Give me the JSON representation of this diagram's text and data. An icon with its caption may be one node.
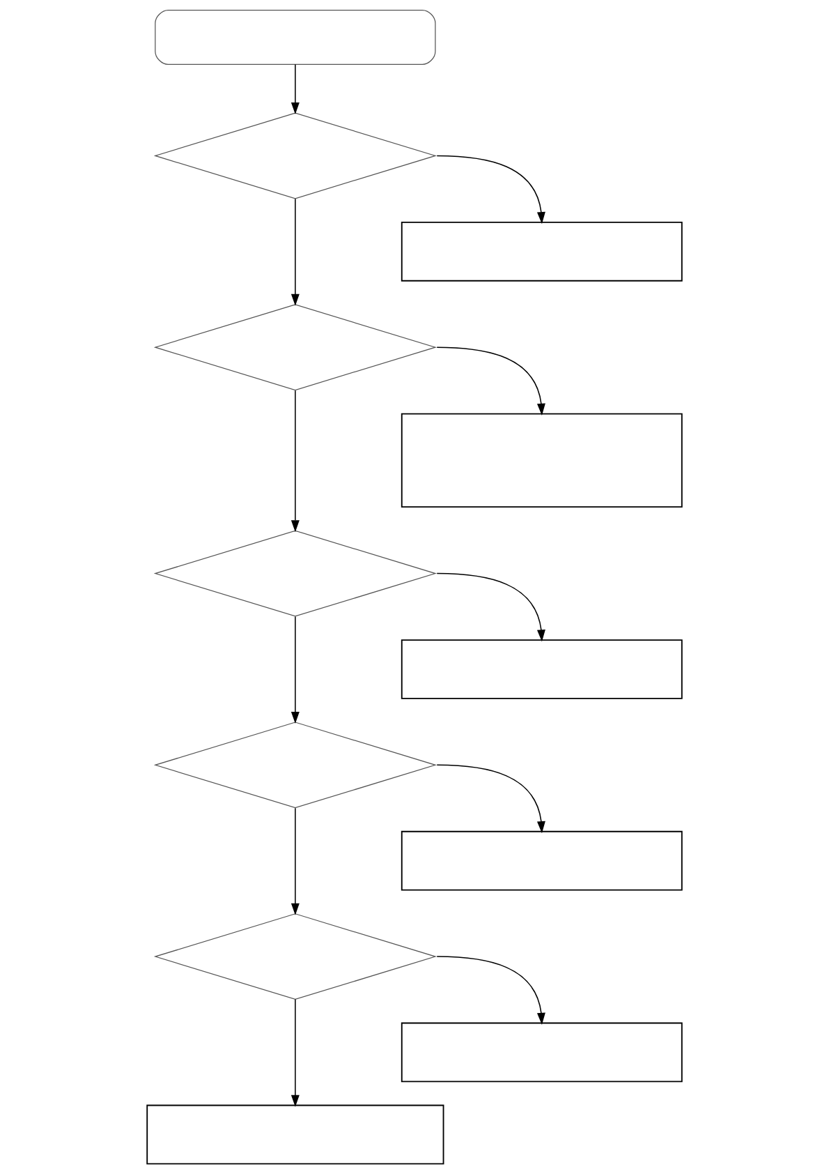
{
  "diagram": {
    "nodes": [
      {
        "text": [],
        "shape": "stadium"
      },
      {
        "text": [],
        "shape": "diamond"
      },
      {
        "text": [],
        "shape": "box"
      },
      {
        "text": [],
        "shape": "diamond"
      },
      {
        "text": [],
        "shape": "box"
      },
      {
        "text": [],
        "shape": "diamond"
      },
      {
        "text": [],
        "shape": "box"
      },
      {
        "text": [],
        "shape": "diamond"
      },
      {
        "text": [],
        "shape": "box"
      },
      {
        "text": [],
        "shape": "diamond"
      },
      {
        "text": [],
        "shape": "box"
      },
      {
        "text": [],
        "shape": "box"
      }
    ],
    "edges": [
      {
        "from": 0,
        "to": 1,
        "arrow": "to"
      },
      {
        "from": 1,
        "to": 2,
        "arrow": "to"
      },
      {
        "from": 1,
        "to": 3,
        "arrow": "to"
      },
      {
        "from": 3,
        "to": 4,
        "arrow": "to"
      },
      {
        "from": 3,
        "to": 5,
        "arrow": "to"
      },
      {
        "from": 5,
        "to": 6,
        "arrow": "to"
      },
      {
        "from": 5,
        "to": 7,
        "arrow": "to"
      },
      {
        "from": 7,
        "to": 8,
        "arrow": "to"
      },
      {
        "from": 7,
        "to": 9,
        "arrow": "to"
      },
      {
        "from": 9,
        "to": 10,
        "arrow": "to"
      },
      {
        "from": 9,
        "to": 11,
        "arrow": "to"
      }
    ]
  }
}
